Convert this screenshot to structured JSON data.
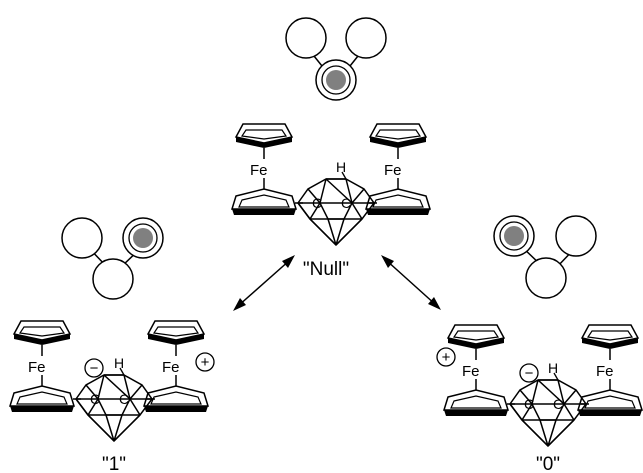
{
  "labels": {
    "null": "\"Null\"",
    "one": "\"1\"",
    "zero": "\"0\""
  },
  "atoms": {
    "fe": "Fe",
    "c": "C",
    "h": "H"
  },
  "charges": {
    "plus": "+",
    "minus": "−"
  },
  "colors": {
    "line": "#000000",
    "dot": "#808080",
    "background": "#ffffff"
  }
}
